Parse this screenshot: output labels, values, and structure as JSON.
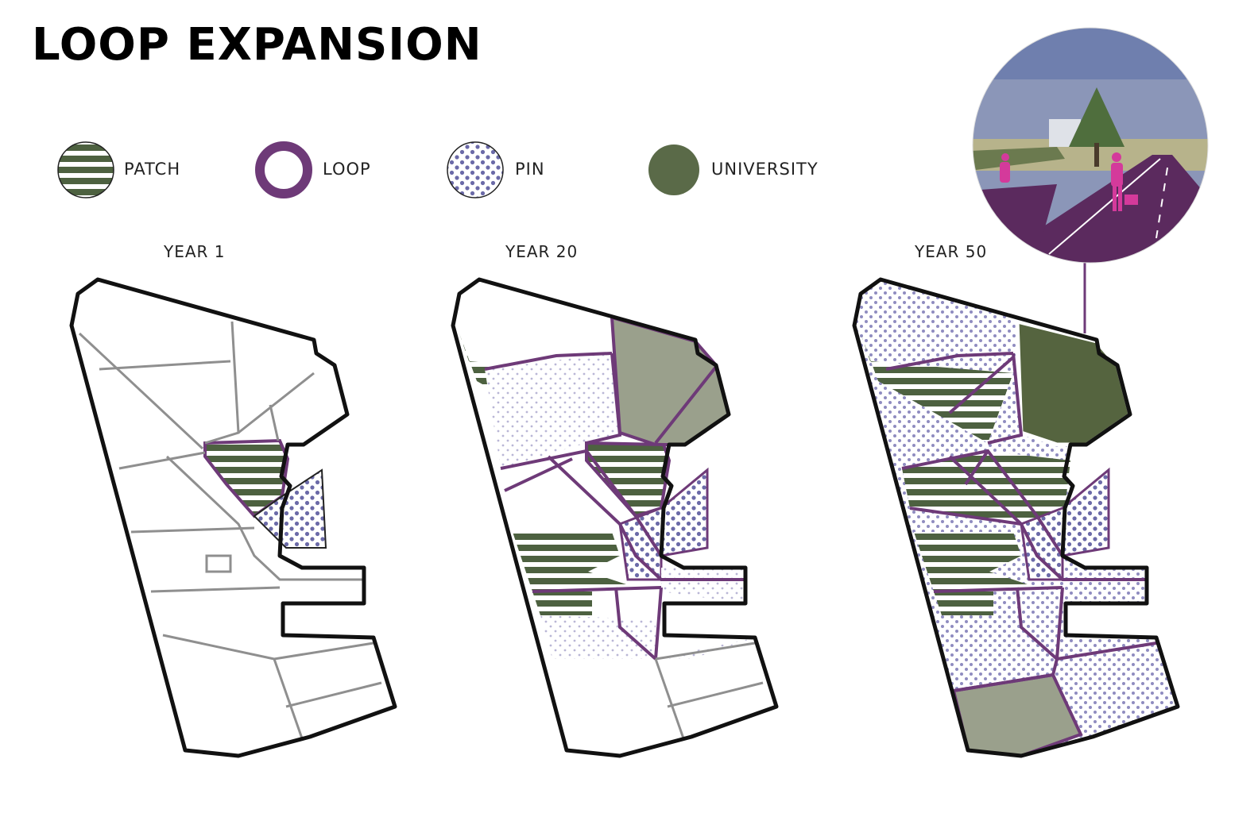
{
  "title": "LOOP EXPANSION",
  "legend": [
    {
      "label": "PATCH",
      "icon": "striped-circle-icon"
    },
    {
      "label": "LOOP",
      "icon": "ring-icon"
    },
    {
      "label": "PIN",
      "icon": "dotted-circle-icon"
    },
    {
      "label": "UNIVERSITY",
      "icon": "solid-circle-icon"
    }
  ],
  "years": [
    "YEAR 1",
    "YEAR 20",
    "YEAR 50"
  ],
  "colors": {
    "patch": "#4d6140",
    "loop": "#6e3a78",
    "pin": "#6b6aa8",
    "university_light": "#9aa08c",
    "university_dark": "#55643f",
    "outline": "#111111",
    "road": "#8f8f8f"
  },
  "inset": {
    "icon": "street-photo-circle-icon"
  }
}
